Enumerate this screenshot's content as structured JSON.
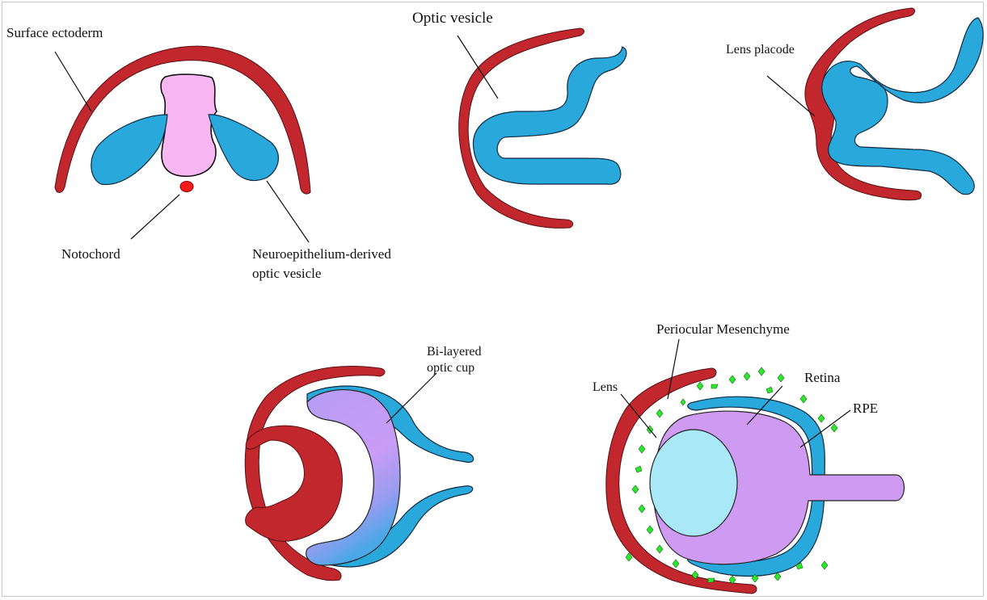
{
  "panels": {
    "p1": {
      "label_surface": "Surface ectoderm",
      "label_notochord": "Notochord",
      "label_vesicle_line1": "Neuroepithelium-derived",
      "label_vesicle_line2": "optic vesicle"
    },
    "p2": {
      "label_title": "Optic vesicle"
    },
    "p3": {
      "label_placode": "Lens placode"
    },
    "p4": {
      "label_line1": "Bi-layered",
      "label_line2": "optic cup"
    },
    "p5": {
      "label_mesenchyme": "Periocular Mesenchyme",
      "label_lens": "Lens",
      "label_retina": "Retina",
      "label_rpe": "RPE"
    }
  },
  "colors": {
    "surface_ectoderm": "#c1272d",
    "neuroepithelium": "#29a8dc",
    "neural_tube": "#f8b6f2",
    "notochord": "#ff1a1a",
    "optic_cup_inner": "#c79af5",
    "retina": "#cf9bf2",
    "lens": "#a8e8f7",
    "mesenchyme": "#2ee62e"
  }
}
